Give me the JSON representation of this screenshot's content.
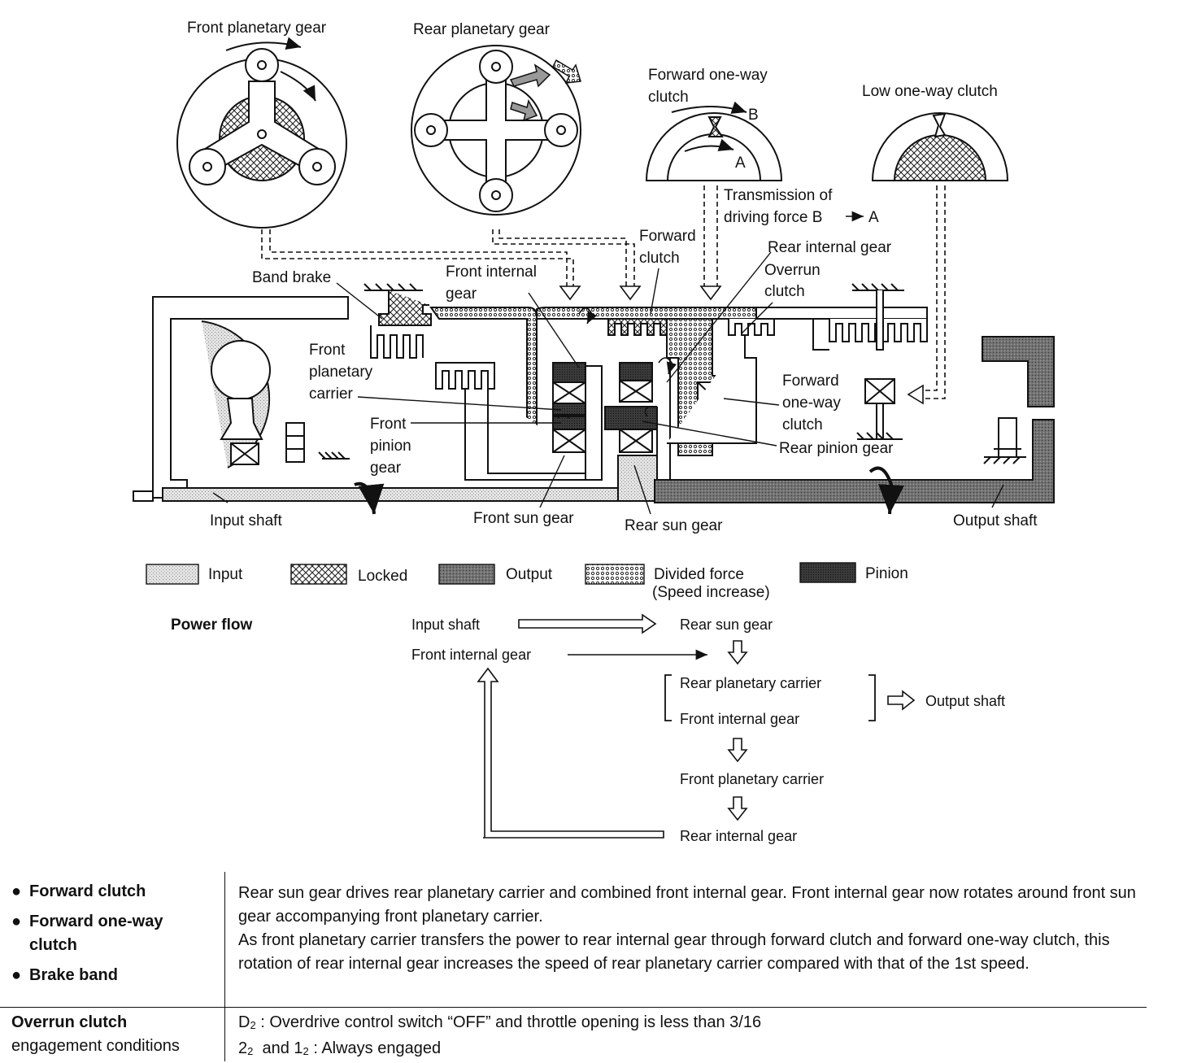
{
  "labels": {
    "front_planetary_gear": "Front planetary gear",
    "rear_planetary_gear": "Rear planetary gear",
    "forward_one_way_clutch_top": [
      "Forward one-way",
      "clutch"
    ],
    "low_one_way_clutch": "Low one-way clutch",
    "marker_a": "A",
    "marker_b": "B",
    "transmission": [
      "Transmission of",
      "driving force B",
      "A"
    ],
    "forward_clutch": [
      "Forward",
      "clutch"
    ],
    "rear_internal_gear": "Rear internal gear",
    "overrun_clutch": [
      "Overrun",
      "clutch"
    ],
    "band_brake": "Band brake",
    "front_internal_gear": [
      "Front internal",
      "gear"
    ],
    "front_planetary_carrier": [
      "Front",
      "planetary",
      "carrier"
    ],
    "front_pinion_gear": [
      "Front",
      "pinion",
      "gear"
    ],
    "forward_one_way_clutch_side": [
      "Forward",
      "one-way",
      "clutch"
    ],
    "rear_pinion_gear": "Rear pinion gear",
    "input_shaft": "Input shaft",
    "front_sun_gear": "Front sun gear",
    "rear_sun_gear": "Rear sun gear",
    "output_shaft": "Output shaft"
  },
  "legend": [
    {
      "label": "Input",
      "pattern": "input"
    },
    {
      "label": "Locked",
      "pattern": "locked"
    },
    {
      "label": "Output",
      "pattern": "output"
    },
    {
      "label": [
        "Divided force",
        "(Speed increase)"
      ],
      "pattern": "divided"
    },
    {
      "label": "Pinion",
      "pattern": "pinion"
    }
  ],
  "power_flow": {
    "title": "Power flow",
    "input_shaft": "Input shaft",
    "rear_sun_gear": "Rear sun gear",
    "front_internal_gear": "Front internal gear",
    "rear_planetary_carrier": "Rear planetary carrier",
    "front_internal_gear_2": "Front internal gear",
    "output_shaft": "Output shaft",
    "front_planetary_carrier": "Front planetary carrier",
    "rear_internal_gear": "Rear internal gear"
  },
  "info": {
    "bullets": [
      "Forward clutch",
      "Forward one-way clutch",
      "Brake band"
    ],
    "description": [
      "Rear sun gear drives rear planetary carrier and combined front internal gear. Front internal gear now rotates around front sun gear accompanying front planetary carrier.",
      "As front planetary carrier transfers the power to rear internal gear through forward clutch and forward one-way clutch, this rotation of rear internal gear increases the speed of rear planetary carrier compared with that of the 1st speed."
    ],
    "overrun_title": "Overrun clutch",
    "overrun_subtitle": "engagement conditions",
    "cond1_prefix": "D",
    "cond1_sub": "2",
    "cond1_text": " : Overdrive control switch “OFF” and throttle opening is less than 3/16",
    "cond2_a": "2",
    "cond2_a_sub": "2",
    "cond2_mid": "  and 1",
    "cond2_b_sub": "2",
    "cond2_text": " : Always engaged"
  },
  "colors": {
    "line": "#111111",
    "input_fill": "#dcdcdc",
    "output_fill": "#6e6e6e",
    "pinion_fill": "#3c3c3c"
  },
  "icons": [
    "arrow-icon",
    "hollow-down-arrow-icon",
    "hollow-right-arrow-icon",
    "curved-rotation-arrow-icon"
  ]
}
